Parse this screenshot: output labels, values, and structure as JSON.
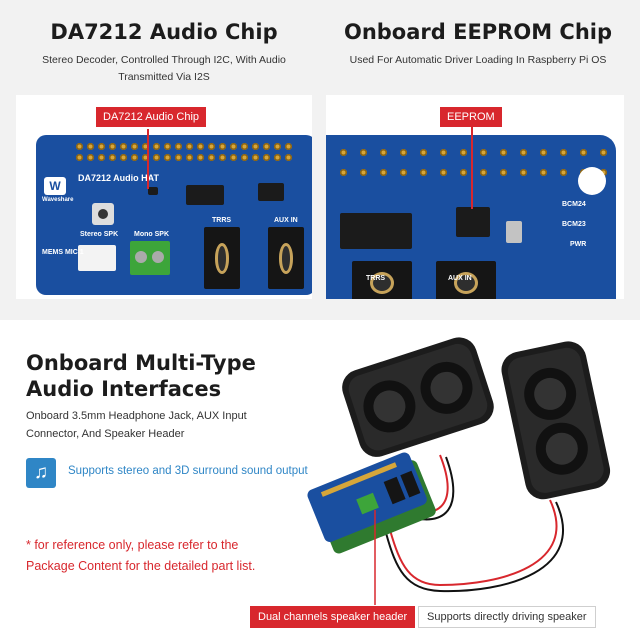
{
  "sections": {
    "left": {
      "title": "DA7212 Audio Chip",
      "subtitle": "Stereo Decoder, Controlled Through I2C, With Audio Transmitted Via I2S",
      "callout": "DA7212 Audio Chip",
      "board": {
        "brand": "Waveshare",
        "model": "DA7212 Audio HAT",
        "labels": [
          "MEMS MIC 1",
          "Stereo SPK",
          "Mono SPK",
          "TRRS",
          "AUX IN"
        ]
      }
    },
    "right": {
      "title": "Onboard EEPROM Chip",
      "subtitle": "Used For Automatic Driver Loading In Raspberry Pi OS",
      "callout": "EEPROM",
      "board": {
        "labels": [
          "BCM24",
          "BCM23",
          "PWR",
          "TRRS",
          "AUX IN"
        ]
      }
    }
  },
  "interfaces": {
    "title_line1": "Onboard Multi-Type",
    "title_line2": "Audio Interfaces",
    "description": "Onboard 3.5mm Headphone Jack, AUX Input Connector, And Speaker Header",
    "feature_icon": "music-note-icon",
    "feature_text": "Supports stereo and 3D surround sound output",
    "note_line1": "* for reference only, please refer to the",
    "note_line2": "Package Content for the detailed part list."
  },
  "callouts": {
    "speaker_header": "Dual channels speaker header",
    "direct_drive": "Supports directly driving speaker"
  },
  "colors": {
    "accent_red": "#d8272d",
    "accent_blue": "#2f86c6",
    "pcb_blue": "#1a4fa0",
    "gold": "#d6a63a"
  }
}
